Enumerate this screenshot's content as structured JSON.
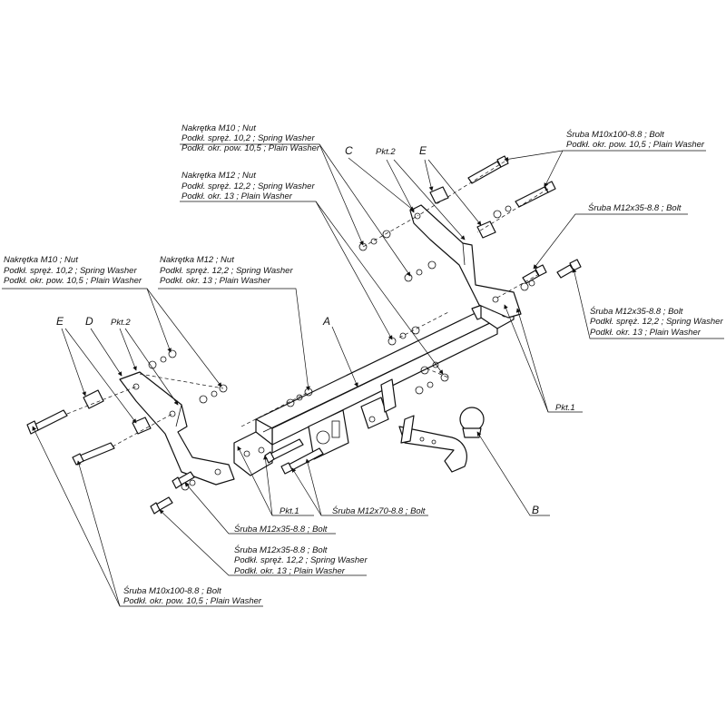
{
  "callouts": {
    "c1": [
      "Nakrętka  M10 ; Nut",
      "Podkł. spręż. 10,2 ; Spring Washer",
      "Podkł. okr. pow. 10,5 ; Plain Washer"
    ],
    "c2": [
      "Nakrętka  M12 ; Nut",
      "Podkł. spręż. 12,2 ; Spring Washer",
      "Podkł. okr. 13 ; Plain Washer"
    ],
    "c3": [
      "Śruba M10x100-8.8 ;  Bolt",
      "Podkł. okr. pow. 10,5 ; Plain Washer"
    ],
    "c4": [
      "Śruba M12x35-8.8 ;  Bolt"
    ],
    "c5": [
      "Śruba M12x35-8.8 ;  Bolt",
      "Podkł. spręż. 12,2 ; Spring Washer",
      "Podkł. okr. 13 ; Plain Washer"
    ],
    "c6": [
      "Nakrętka  M10 ; Nut",
      "Podkł. spręż. 10,2 ; Spring Washer",
      "Podkł. okr. pow. 10,5 ; Plain Washer"
    ],
    "c7": [
      "Nakrętka  M12 ; Nut",
      "Podkł. spręż. 12,2 ; Spring Washer",
      "Podkł. okr. 13 ; Plain Washer"
    ],
    "c8": [
      "Pkt.1"
    ],
    "c9": [
      "Śruba M12x70-8.8 ;  Bolt"
    ],
    "c10": [
      "Śruba M12x35-8.8 ;  Bolt"
    ],
    "c11": [
      "Śruba M12x35-8.8 ;  Bolt",
      "Podkł. spręż. 12,2 ; Spring Washer",
      "Podkł. okr. 13 ; Plain Washer"
    ],
    "c12": [
      "Śruba M10x100-8.8 ;  Bolt",
      "Podkł. okr. pow. 10,5 ; Plain Washer"
    ],
    "c13": [
      "Pkt.1"
    ]
  },
  "letters": {
    "C": "C",
    "pkt2_top": "Pkt.2",
    "E_top": "E",
    "E_left": "E",
    "D": "D",
    "pkt2_left": "Pkt.2",
    "A": "A",
    "B": "B"
  }
}
